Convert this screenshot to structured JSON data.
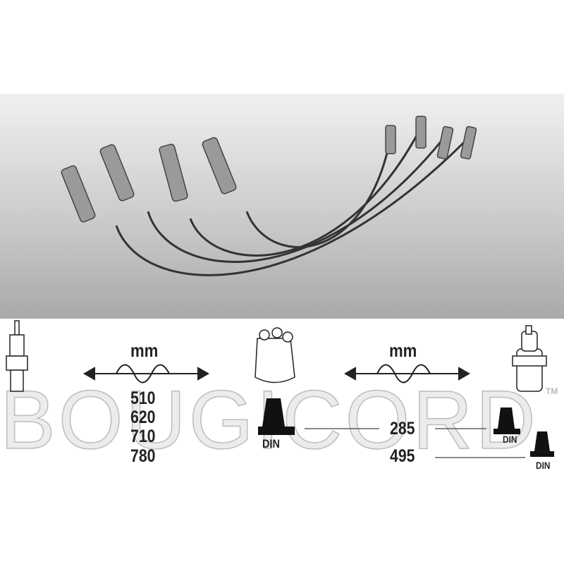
{
  "brand_watermark": "BOUGICORD",
  "trademark": "TM",
  "left_section": {
    "unit": "mm",
    "lengths": [
      "510",
      "620",
      "710",
      "780"
    ],
    "connector_label": "DIN"
  },
  "right_section": {
    "unit": "mm",
    "lengths": [
      {
        "value": "285",
        "connector_label": "DIN"
      },
      {
        "value": "495",
        "connector_label": "DIN"
      }
    ]
  },
  "colors": {
    "band": "#c8c8c8",
    "ink": "#222222"
  }
}
